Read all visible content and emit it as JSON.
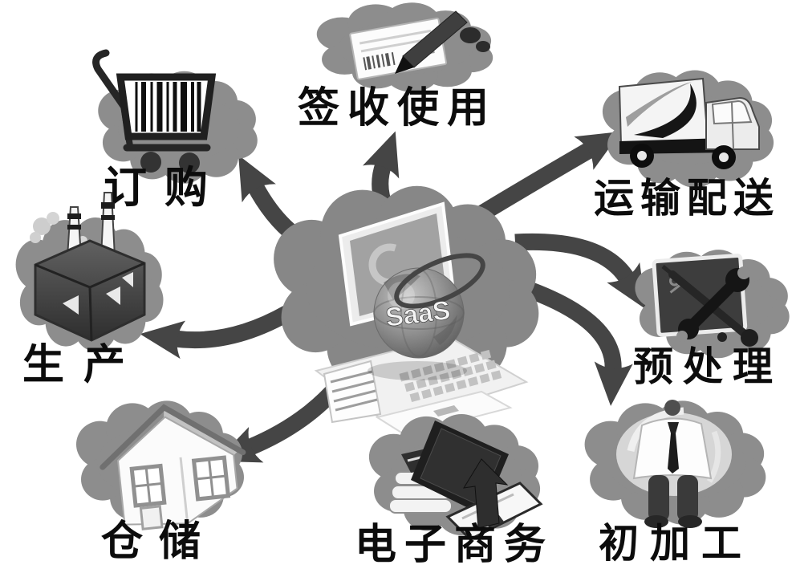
{
  "center": {
    "globe_text": "SaaS"
  },
  "nodes": [
    {
      "id": "order",
      "label": "订购",
      "icon": "shopping-cart-icon"
    },
    {
      "id": "sign-use",
      "label": "签收使用",
      "icon": "document-pen-icon"
    },
    {
      "id": "transport-delivery",
      "label": "运输配送",
      "icon": "delivery-truck-icon"
    },
    {
      "id": "production",
      "label": "生产",
      "icon": "factory-icon"
    },
    {
      "id": "preprocessing",
      "label": "预处理",
      "icon": "tools-icon"
    },
    {
      "id": "warehousing",
      "label": "仓储",
      "icon": "house-icon"
    },
    {
      "id": "e-commerce",
      "label": "电子商务",
      "icon": "laptop-books-icon"
    },
    {
      "id": "primary-processing",
      "label": "初加工",
      "icon": "worker-icon"
    }
  ],
  "colors": {
    "background": "#ffffff",
    "cloud": "#8d8d8d",
    "arrow": "#454545",
    "label": "#0c0c0c"
  }
}
